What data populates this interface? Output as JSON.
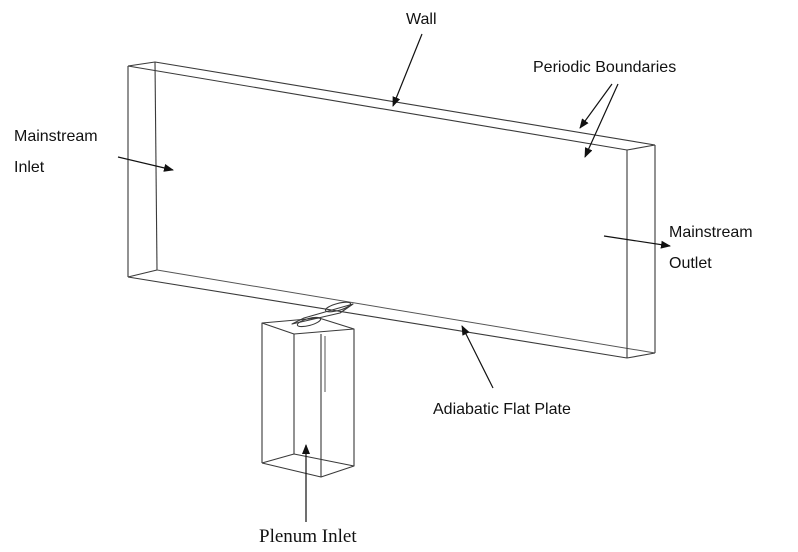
{
  "labels": {
    "wall": "Wall",
    "periodic_boundaries": "Periodic Boundaries",
    "mainstream_inlet_line1": "Mainstream",
    "mainstream_inlet_line2": "Inlet",
    "mainstream_outlet_line1": "Mainstream",
    "mainstream_outlet_line2": "Outlet",
    "adiabatic_flat_plate": "Adiabatic Flat Plate",
    "plenum_inlet": "Plenum Inlet"
  },
  "colors": {
    "line": "#3a3a3a",
    "text": "#111111",
    "background": "#ffffff"
  }
}
